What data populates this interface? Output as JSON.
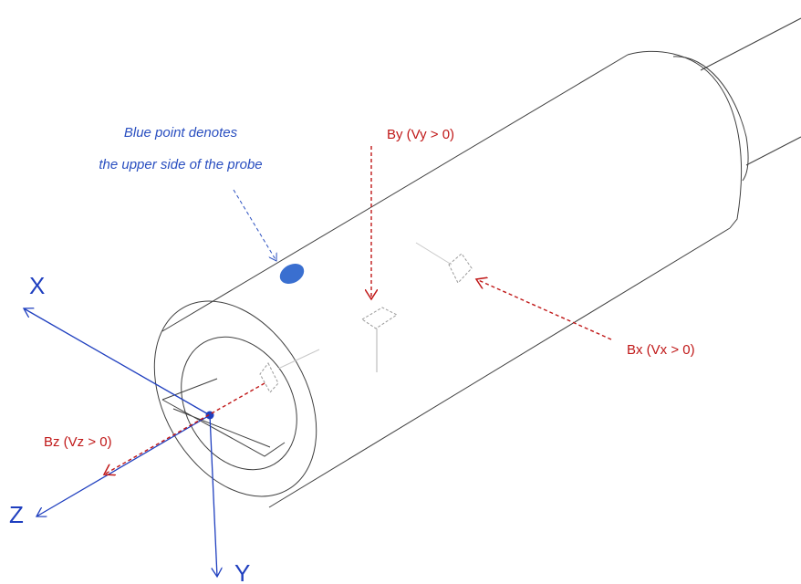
{
  "annotation": {
    "line1": "Blue point denotes",
    "line2": "the upper side of the probe"
  },
  "axes": {
    "x": "X",
    "y": "Y",
    "z": "Z"
  },
  "field_labels": {
    "bx": "Bx (Vx > 0)",
    "by": "By (Vy > 0)",
    "bz": "Bz (Vz > 0)"
  },
  "colors": {
    "axis": "#1f3fbf",
    "field": "#c01818",
    "note": "#2a4fc0",
    "marker": "#3a6fd0",
    "outline": "#404040",
    "sensor": "#9a9a9a"
  }
}
